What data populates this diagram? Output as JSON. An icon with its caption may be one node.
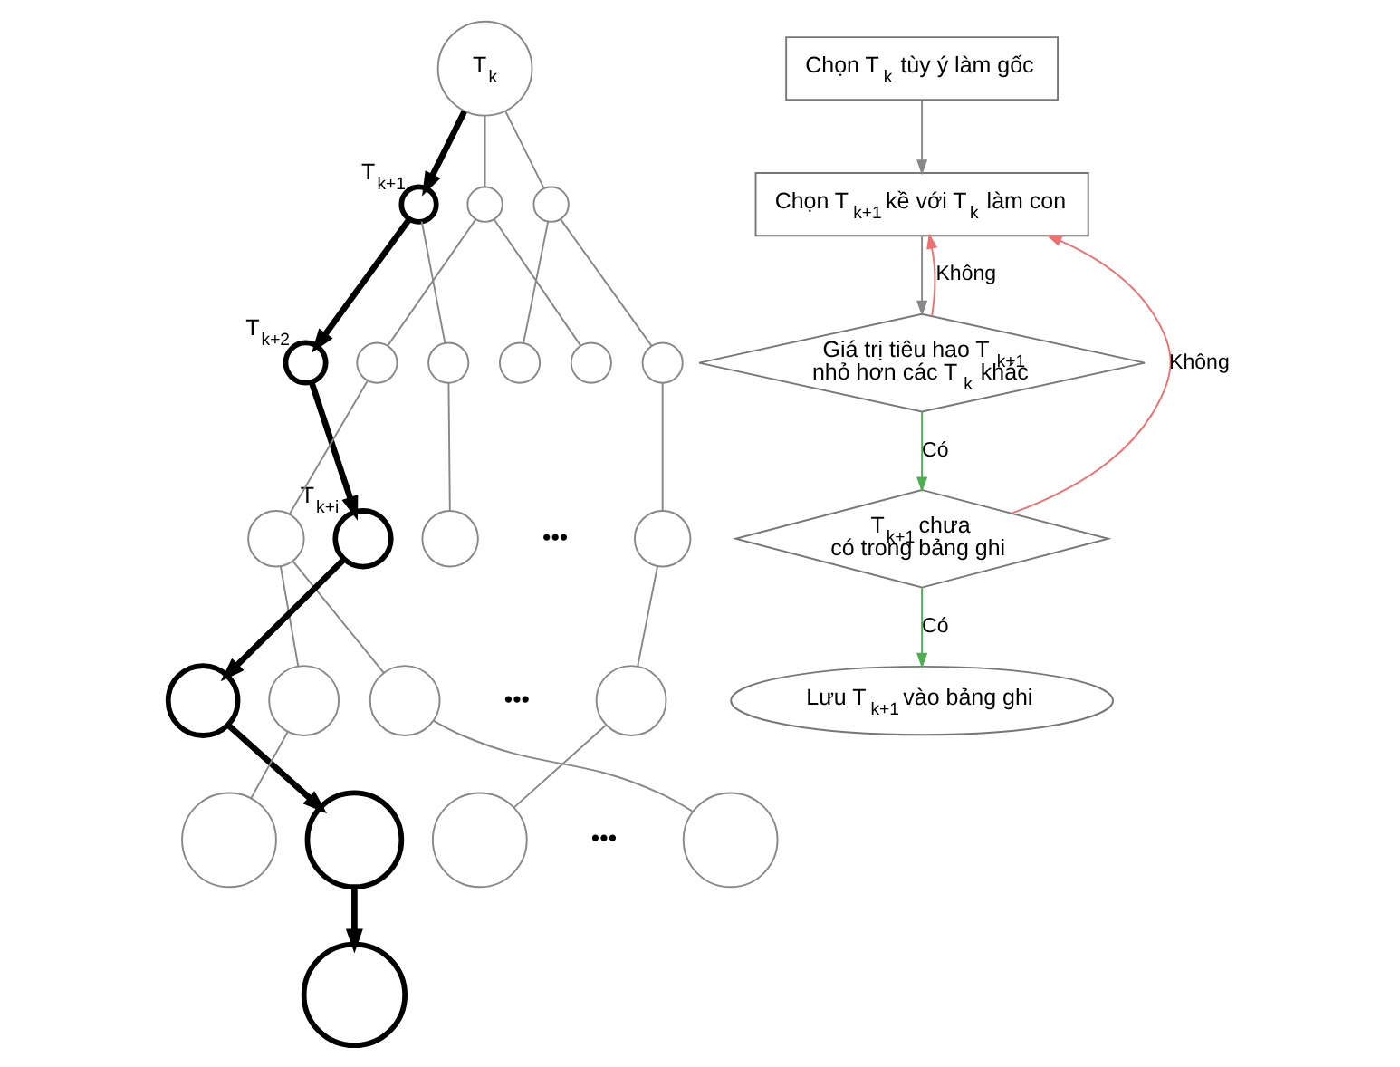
{
  "diagram": {
    "nodes": [
      {
        "text": [
          "T$_{k}$"
        ]
      },
      {
        "text": [],
        "shape": "circle",
        "beside": [
          "T$_{k+1}$"
        ]
      },
      {
        "text": [],
        "shape": "circle"
      },
      {
        "text": [],
        "shape": "circle"
      },
      {
        "text": [],
        "shape": "circle",
        "beside": [
          "T$_{k+2}$"
        ]
      },
      {
        "text": [],
        "shape": "circle"
      },
      {
        "text": [],
        "shape": "circle"
      },
      {
        "text": [],
        "shape": "circle"
      },
      {
        "text": [],
        "shape": "circle"
      },
      {
        "text": [],
        "shape": "circle"
      },
      {
        "text": [],
        "shape": "circle"
      },
      {
        "text": [],
        "shape": "circle",
        "beside": [
          "T$_{k+i}$"
        ]
      },
      {
        "text": [],
        "shape": "circle"
      },
      {
        "text": [],
        "shape": "circle"
      },
      {
        "text": [],
        "shape": "circle"
      },
      {
        "text": [],
        "shape": "circle"
      },
      {
        "text": [],
        "shape": "circle"
      },
      {
        "text": [],
        "shape": "circle"
      },
      {
        "text": [],
        "shape": "circle"
      },
      {
        "text": [],
        "shape": "circle"
      },
      {
        "text": [],
        "shape": "circle"
      },
      {
        "text": [],
        "shape": "circle"
      },
      {
        "text": [],
        "shape": "circle"
      },
      {
        "text": [
          "Chọn T$_{k}$ tùy ý làm gốc"
        ]
      },
      {
        "text": [
          "Chọn T$_{k+1}$ kề với T$_{k}$ làm con"
        ]
      },
      {
        "text": [
          "Giá trị tiêu hao T$_{k+1}$ nhỏ hơn các T$_{k}$ khác"
        ]
      },
      {
        "text": [
          "T$_{k+1}$ chưa có trong bảng ghi"
        ]
      },
      {
        "text": [
          "Lưu T$_{k+1}$ vào bảng ghi"
        ]
      }
    ],
    "edges": [
      {
        "from": 0,
        "to": 1,
        "arrow": "to",
        "style": "thick",
        "color": "#000000"
      },
      {
        "from": 0,
        "to": 2,
        "arrow": "none"
      },
      {
        "from": 0,
        "to": 3,
        "arrow": "none"
      },
      {
        "from": 1,
        "to": 4,
        "arrow": "to",
        "style": "thick",
        "color": "#000000"
      },
      {
        "from": 1,
        "to": 6,
        "arrow": "none"
      },
      {
        "from": 2,
        "to": 5,
        "arrow": "none"
      },
      {
        "from": 2,
        "to": 8,
        "arrow": "none"
      },
      {
        "from": 3,
        "to": 7,
        "arrow": "none"
      },
      {
        "from": 3,
        "to": 9,
        "arrow": "none"
      },
      {
        "from": 4,
        "to": 11,
        "arrow": "to",
        "style": "thick",
        "color": "#000000"
      },
      {
        "from": 5,
        "to": 10,
        "arrow": "none"
      },
      {
        "from": 6,
        "to": 12,
        "arrow": "none"
      },
      {
        "from": 9,
        "to": 13,
        "arrow": "none"
      },
      {
        "from": 11,
        "to": 14,
        "arrow": "to",
        "style": "thick",
        "color": "#000000"
      },
      {
        "from": 10,
        "to": 15,
        "arrow": "none"
      },
      {
        "from": 10,
        "to": 16,
        "arrow": "none"
      },
      {
        "from": 13,
        "to": 17,
        "arrow": "none"
      },
      {
        "from": 14,
        "to": 19,
        "arrow": "to",
        "style": "thick",
        "color": "#000000"
      },
      {
        "from": 15,
        "to": 18,
        "arrow": "none"
      },
      {
        "from": 16,
        "to": 21,
        "arrow": "none"
      },
      {
        "from": 17,
        "to": 20,
        "arrow": "none"
      },
      {
        "from": 19,
        "to": 22,
        "arrow": "to",
        "style": "thick",
        "color": "#000000"
      },
      {
        "from": 23,
        "to": 24,
        "arrow": "to"
      },
      {
        "from": 24,
        "to": 25,
        "arrow": "to"
      },
      {
        "from": 25,
        "to": 26,
        "arrow": "to",
        "label": "Có",
        "color": "#4caf50"
      },
      {
        "from": 26,
        "to": 27,
        "arrow": "to",
        "label": "Có",
        "color": "#4caf50"
      },
      {
        "from": 25,
        "to": 24,
        "arrow": "to",
        "label": "Không",
        "color": "#f07070"
      },
      {
        "from": 26,
        "to": 24,
        "arrow": "to",
        "label": "Không",
        "color": "#f07070"
      }
    ],
    "labels": [
      "•••",
      "•••",
      "•••"
    ]
  }
}
